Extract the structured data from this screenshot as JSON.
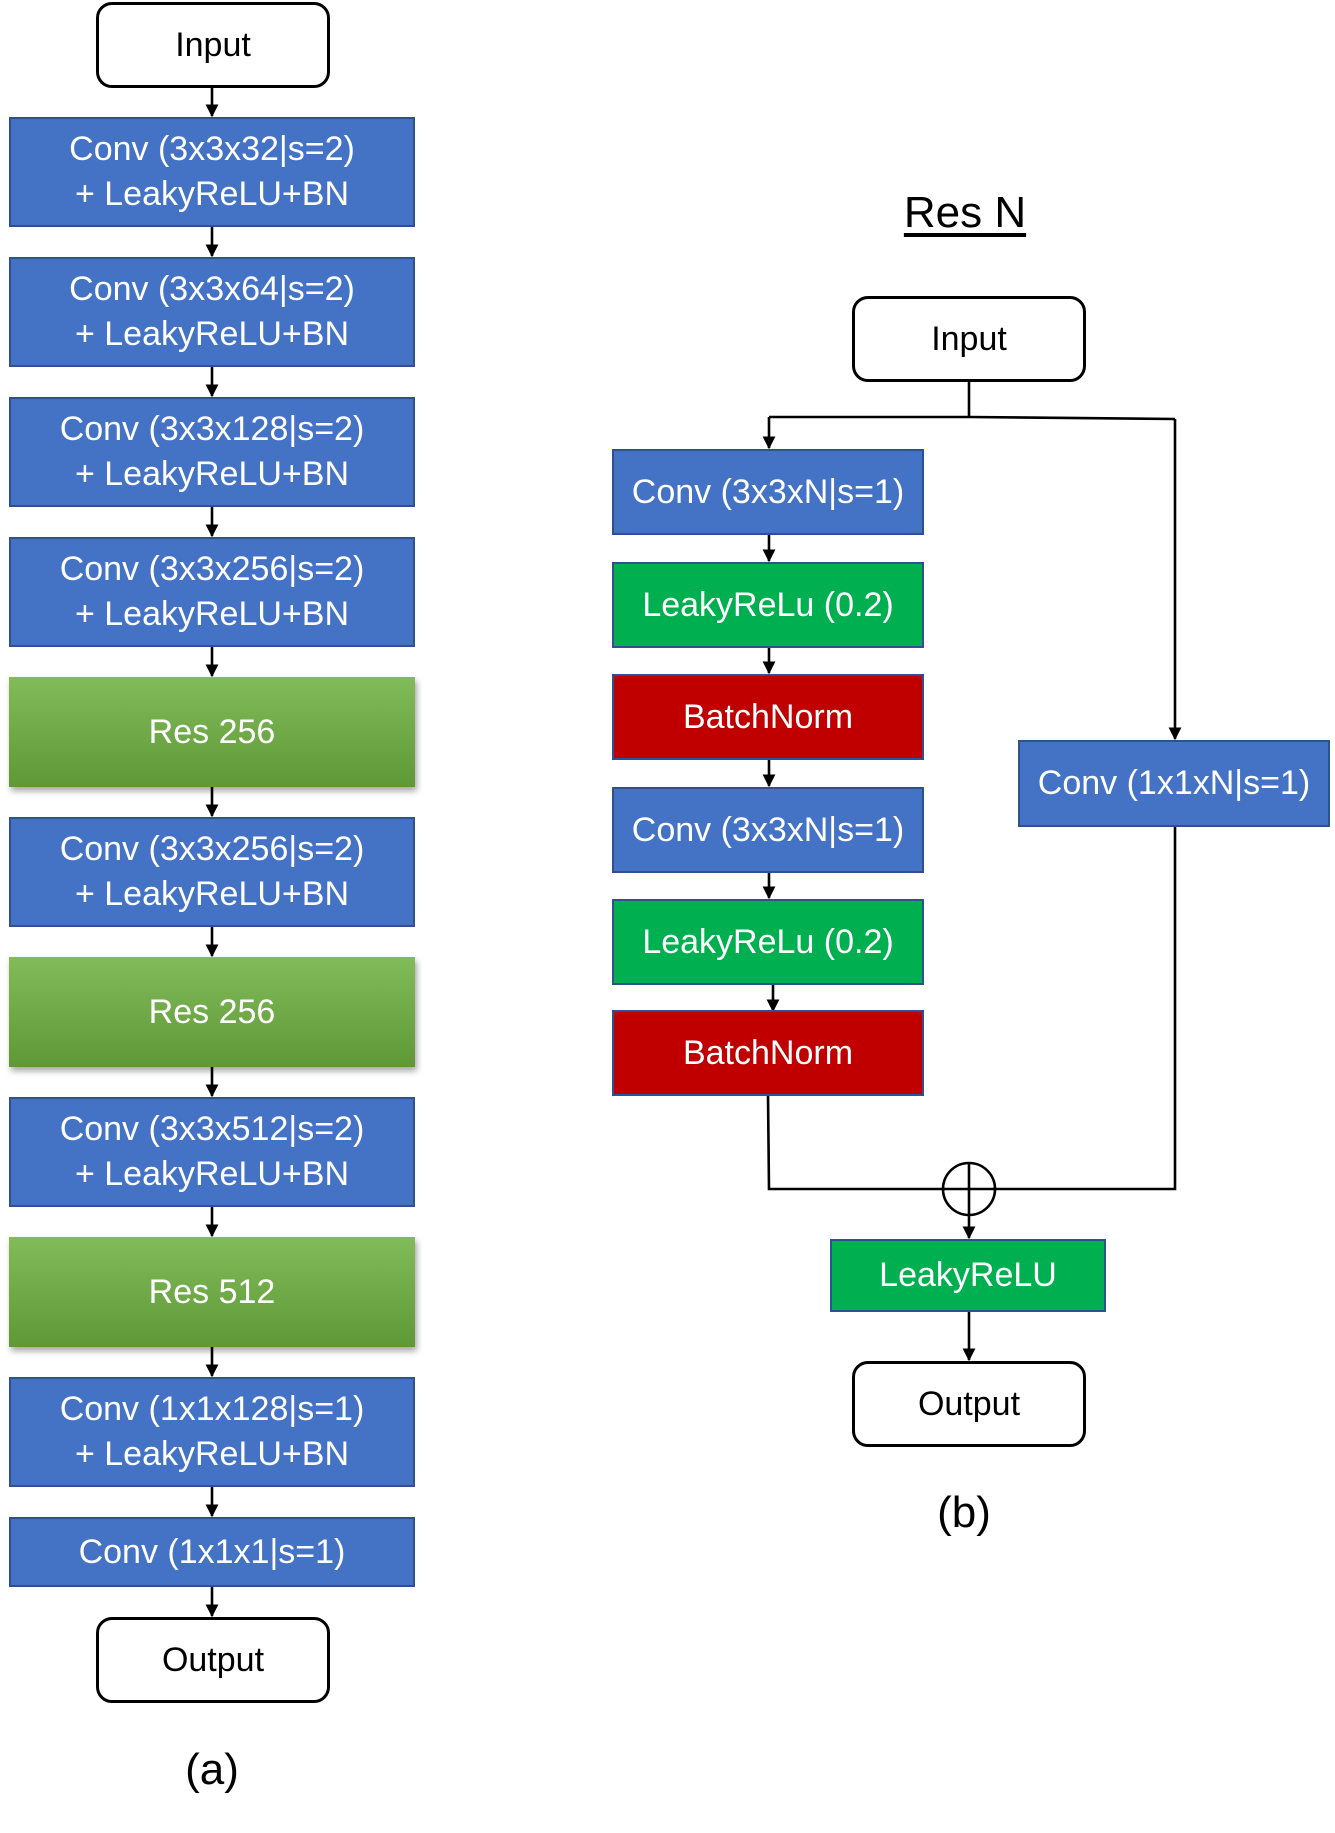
{
  "panel_a": {
    "input": "Input",
    "blocks": [
      "Conv (3x3x32|s=2)\n+ LeakyReLU+BN",
      "Conv (3x3x64|s=2)\n+ LeakyReLU+BN",
      "Conv (3x3x128|s=2)\n+ LeakyReLU+BN",
      "Conv (3x3x256|s=2)\n+ LeakyReLU+BN",
      "Res 256",
      "Conv (3x3x256|s=2)\n+ LeakyReLU+BN",
      "Res 256",
      "Conv (3x3x512|s=2)\n+ LeakyReLU+BN",
      "Res 512",
      "Conv (1x1x128|s=1)\n+ LeakyReLU+BN",
      "Conv (1x1x1|s=1)"
    ],
    "output": "Output",
    "caption": "(a)"
  },
  "panel_b": {
    "title": "Res N",
    "input": "Input",
    "main_path": [
      "Conv (3x3xN|s=1)",
      "LeakyReLu (0.2)",
      "BatchNorm",
      "Conv (3x3xN|s=1)",
      "LeakyReLu (0.2)",
      "BatchNorm"
    ],
    "skip": "Conv (1x1xN|s=1)",
    "after_add": "LeakyReLU",
    "output": "Output",
    "caption": "(b)"
  },
  "colors": {
    "conv": "#4472c4",
    "res": "#70ad47",
    "leaky": "#00b050",
    "batchnorm": "#c00000"
  }
}
